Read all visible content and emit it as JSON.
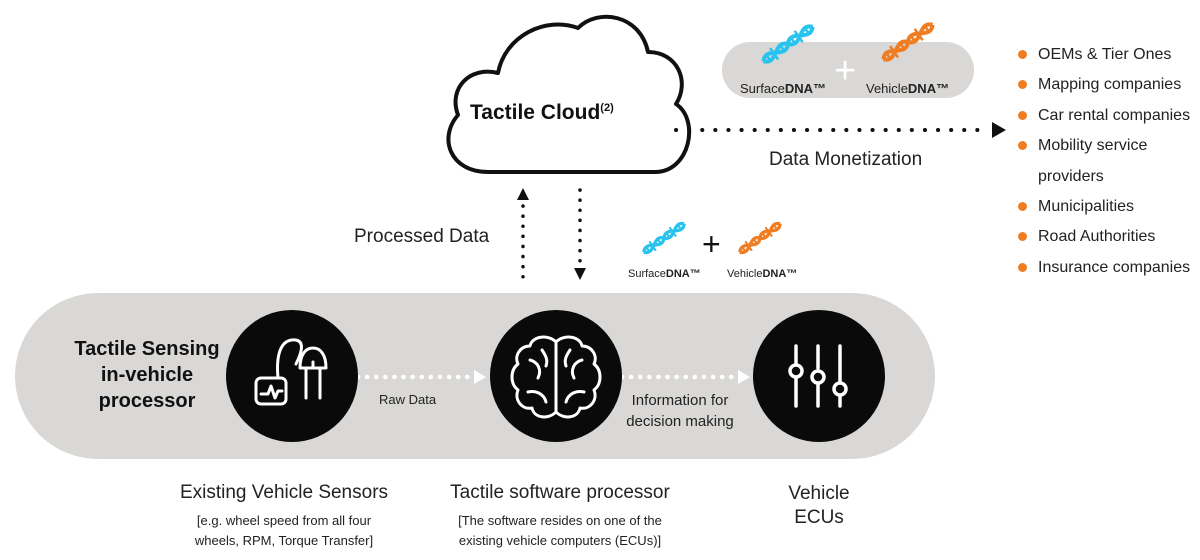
{
  "cloud": {
    "title": "Tactile Cloud",
    "superscript": "(2)"
  },
  "dna_top": {
    "surface_prefix": "Surface",
    "surface_bold": "DNA™",
    "vehicle_prefix": "Vehicle",
    "vehicle_bold": "DNA™",
    "plus": "+"
  },
  "dna_mid": {
    "surface_prefix": "Surface",
    "surface_bold": "DNA™",
    "vehicle_prefix": "Vehicle",
    "vehicle_bold": "DNA™",
    "plus": "+"
  },
  "flows": {
    "data_monetization": "Data Monetization",
    "processed_data": "Processed Data",
    "raw_data": "Raw Data",
    "info_line1": "Information for",
    "info_line2": "decision making"
  },
  "customers": [
    "OEMs & Tier Ones",
    "Mapping companies",
    "Car rental companies",
    "Mobility service providers",
    "Municipalities",
    "Road Authorities",
    "Insurance companies"
  ],
  "pill": {
    "line1": "Tactile Sensing",
    "line2": "in-vehicle",
    "line3": "processor"
  },
  "nodes": {
    "sensors": {
      "title": "Existing Vehicle Sensors",
      "desc1": "[e.g. wheel speed from all four",
      "desc2": "wheels, RPM, Torque Transfer]"
    },
    "software": {
      "title": "Tactile software processor",
      "desc1": "[The software resides on one of the",
      "desc2": "existing vehicle computers (ECUs)]"
    },
    "ecus": {
      "title1": "Vehicle",
      "title2": "ECUs"
    }
  },
  "colors": {
    "cyan": "#29c3ef",
    "orange": "#f07d22",
    "pill": "#d9d8d6",
    "node": "#0a0a0a",
    "dots": "#111111"
  },
  "icons": [
    "cloud-icon",
    "dna-icon",
    "sensor-icon",
    "brain-icon",
    "sliders-icon"
  ]
}
